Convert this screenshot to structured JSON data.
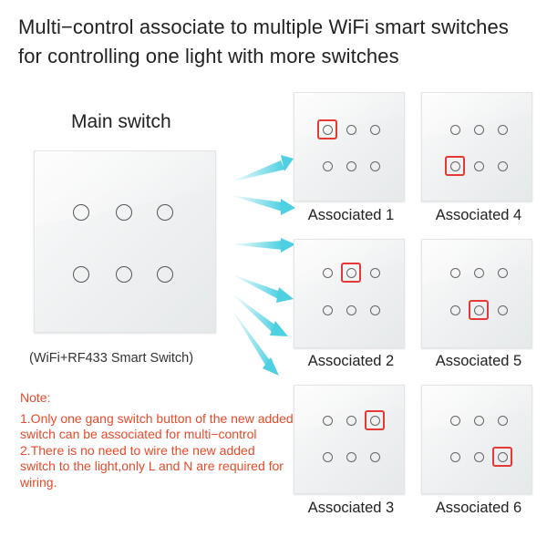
{
  "title": {
    "line1": "Multi−control associate to multiple WiFi smart switches",
    "line2": "for controlling one light with more switches"
  },
  "main_switch": {
    "label": "Main switch",
    "caption": "(WiFi+RF433 Smart Switch)"
  },
  "associated": [
    {
      "label": "Associated 1",
      "highlighted_button": 1
    },
    {
      "label": "Associated 4",
      "highlighted_button": 4
    },
    {
      "label": "Associated 2",
      "highlighted_button": 2
    },
    {
      "label": "Associated 5",
      "highlighted_button": 5
    },
    {
      "label": "Associated 3",
      "highlighted_button": 3
    },
    {
      "label": "Associated 6",
      "highlighted_button": 6
    }
  ],
  "note": {
    "title": "Note:",
    "item1": "1.Only one gang switch button of the new added switch can be associated for multi−control",
    "item2": "2.There is no need to wire the new added switch to the light,only L and N are required for wiring."
  },
  "colors": {
    "highlight": "#e53935",
    "note_text": "#e84a2a",
    "arrow": "#4dd0e1"
  },
  "icons": {
    "arrow": "signal-arrow-icon",
    "button": "touch-button-circle-icon"
  }
}
